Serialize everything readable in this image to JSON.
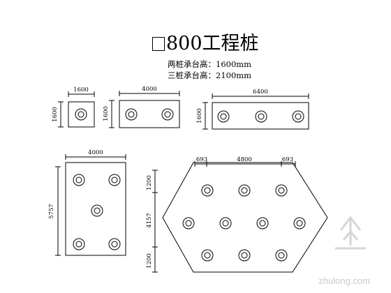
{
  "title": {
    "prefix_glyph": "square",
    "text": "800工程桩"
  },
  "notes": [
    "两桩承台高：1600mm",
    "三桩承台高：2100mm"
  ],
  "caps": {
    "cap2": {
      "width_label": "1600",
      "height_label": "1600"
    },
    "cap3": {
      "width_label": "4000",
      "height_label": "1600"
    },
    "cap4": {
      "width_label": "6400",
      "height_label": "1600"
    },
    "cap5": {
      "width_label": "4000",
      "height_label": "5757"
    },
    "cap6": {
      "top_labels": [
        "693",
        "4800",
        "693"
      ],
      "side_labels": [
        "1200",
        "4157",
        "1200"
      ]
    }
  },
  "watermark": "zhulong.com",
  "colors": {
    "line": "#000000",
    "watermark": "#c9c9c9"
  }
}
